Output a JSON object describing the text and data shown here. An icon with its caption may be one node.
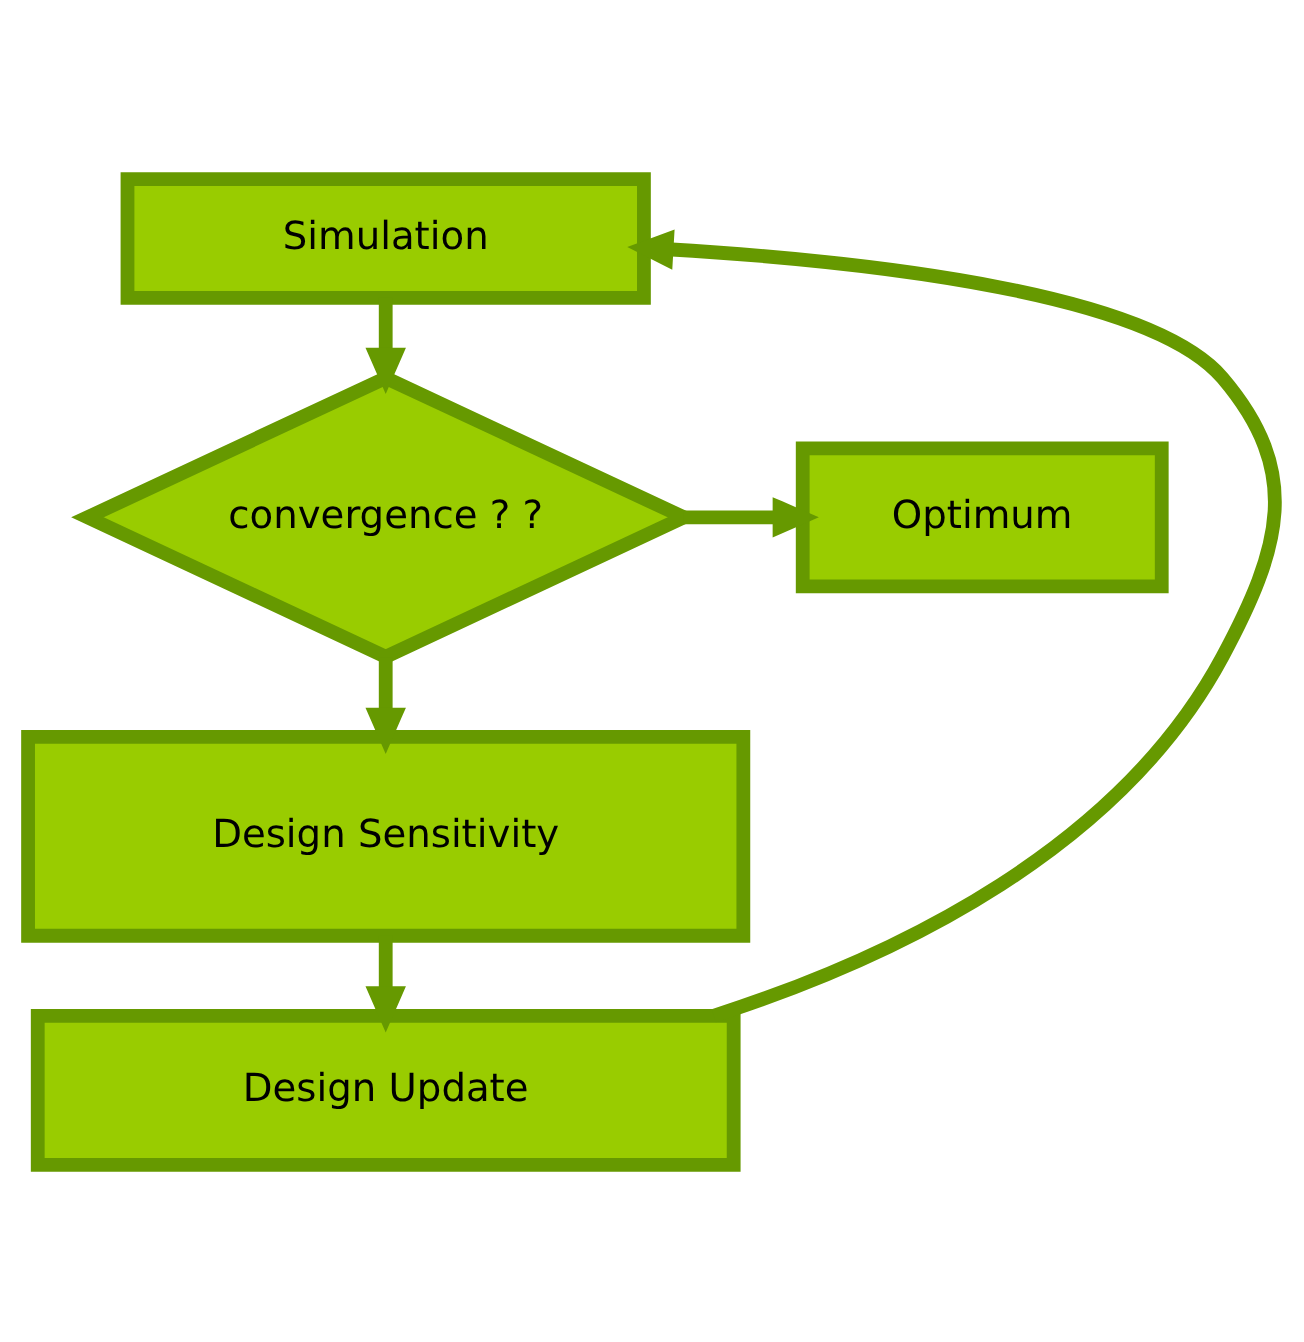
{
  "diagram": {
    "nodes": [
      {
        "text": [
          "Simulation"
        ]
      },
      {
        "text": [
          "convergence ? ?"
        ]
      },
      {
        "text": [
          "Optimum"
        ]
      },
      {
        "text": [
          "Design Sensitivity"
        ]
      },
      {
        "text": [
          "Design Update"
        ]
      }
    ],
    "edges": [
      {
        "from": 0,
        "to": 1,
        "arrow": "to"
      },
      {
        "from": 1,
        "to": 2,
        "arrow": "to"
      },
      {
        "from": 1,
        "to": 3,
        "arrow": "to"
      },
      {
        "from": 3,
        "to": 4,
        "arrow": "to"
      },
      {
        "from": 4,
        "to": 0,
        "arrow": "to"
      }
    ]
  }
}
